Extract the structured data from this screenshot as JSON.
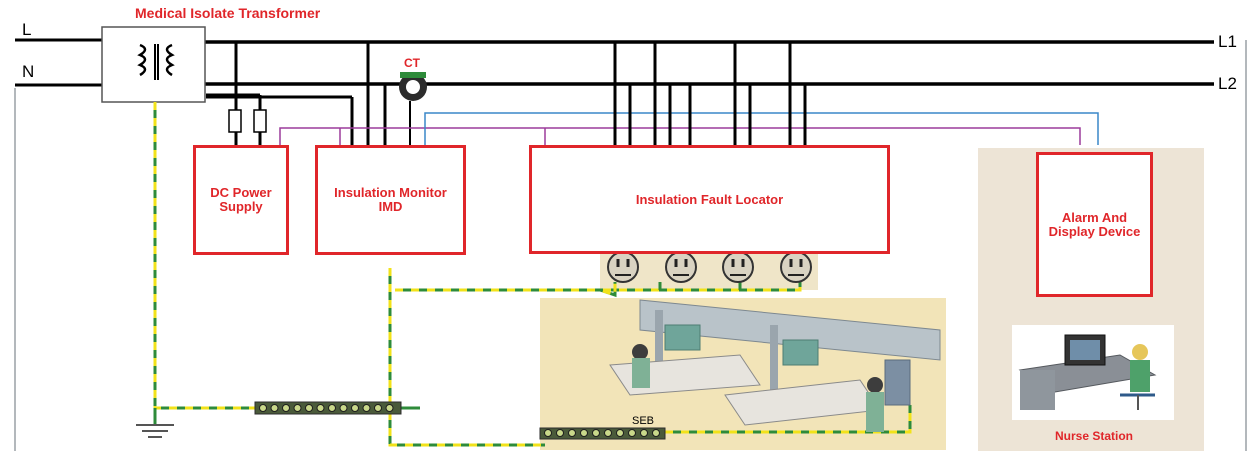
{
  "title": "Medical Isolate Transformer",
  "ct_label": "CT",
  "line_labels": {
    "L": "L",
    "N": "N",
    "L1": "L1",
    "L2": "L2"
  },
  "boxes": {
    "dc_power": "DC Power\nSupply",
    "imd": "Insulation Monitor\nIMD",
    "fault_locator": "Insulation Fault Locator",
    "alarm": "Alarm And\nDisplay Device"
  },
  "nurse_station": "Nurse Station",
  "seb": "SEB",
  "colors": {
    "accent": "#e0262a",
    "wire": "#000000",
    "bus_purple": "#9c3b9b",
    "bus_blue": "#3a87c9",
    "earth_green": "#2e8b3a",
    "earth_yellow": "#f1e21a",
    "panel_beige": "#efe5c8",
    "room_beige": "#f2e4b8"
  }
}
